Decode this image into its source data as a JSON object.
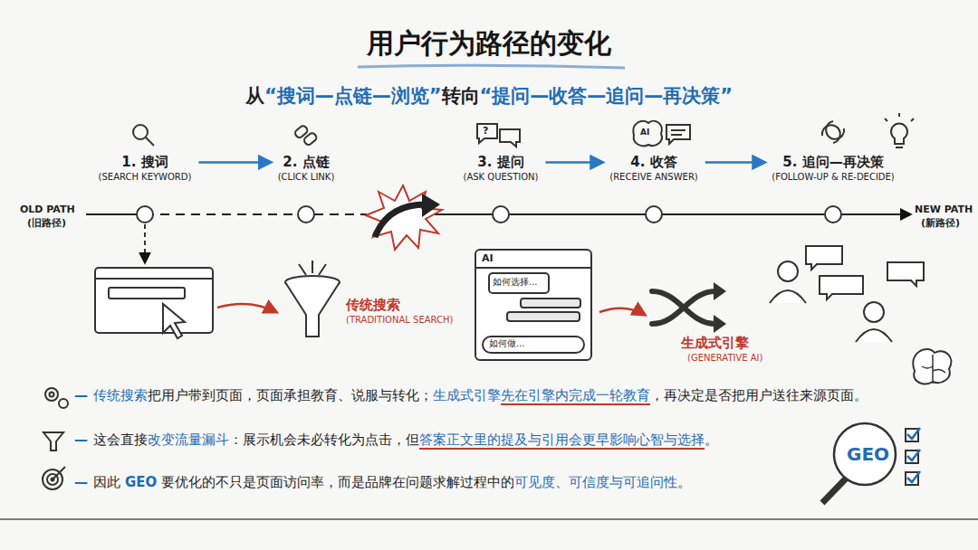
{
  "diagram": {
    "title": "用户行为路径的变化",
    "nodes": [
      {
        "text": [
          "1. 搜词",
          "(SEARCH KEYWORD)"
        ]
      },
      {
        "text": [
          "2. 点链",
          "(CLICK LINK)"
        ]
      },
      {
        "text": [
          "3. 提问",
          "(ASK QUESTION)"
        ]
      },
      {
        "text": [
          "4. 收答",
          "(RECEIVE ANSWER)"
        ]
      },
      {
        "text": [
          "5. 追问—再决策",
          "(FOLLOW-UP & RE-DECIDE)"
        ]
      }
    ],
    "edges": [
      {
        "from": 0,
        "to": 1,
        "arrow": "to"
      },
      {
        "from": 2,
        "to": 3,
        "arrow": "to"
      },
      {
        "from": 3,
        "to": 4,
        "arrow": "to"
      }
    ],
    "labels": [
      "从",
      "“搜词—点链—浏览”",
      "转向",
      "“提问—收答—追问—再决策”",
      "OLD PATH",
      "(旧路径)",
      "NEW PATH",
      "(新路径)",
      "?",
      "AI",
      "传统搜索",
      "(TRADITIONAL SEARCH)",
      "AI",
      "如何选择...",
      "如何做...",
      "生成式引擎",
      "(GENERATIVE AI)",
      "—",
      "传统搜索",
      "把用户带到页面，页面承担教育、说服与转化；",
      "生成式引擎",
      "先在引擎内完成一轮教育",
      "，再决定是否把用户送往来源页面。",
      "—",
      "这会直接",
      "改变流量漏斗",
      "：展示机会未必转化为点击，但",
      "答案正文里的提及与引用会更早影响心智与选择",
      "。",
      "—",
      "因此",
      "GEO",
      "要优化的不只是页面访问率，而是品牌在问题求解过程中的",
      "可见度、可信度与可追问性",
      "。",
      "GEO"
    ]
  }
}
